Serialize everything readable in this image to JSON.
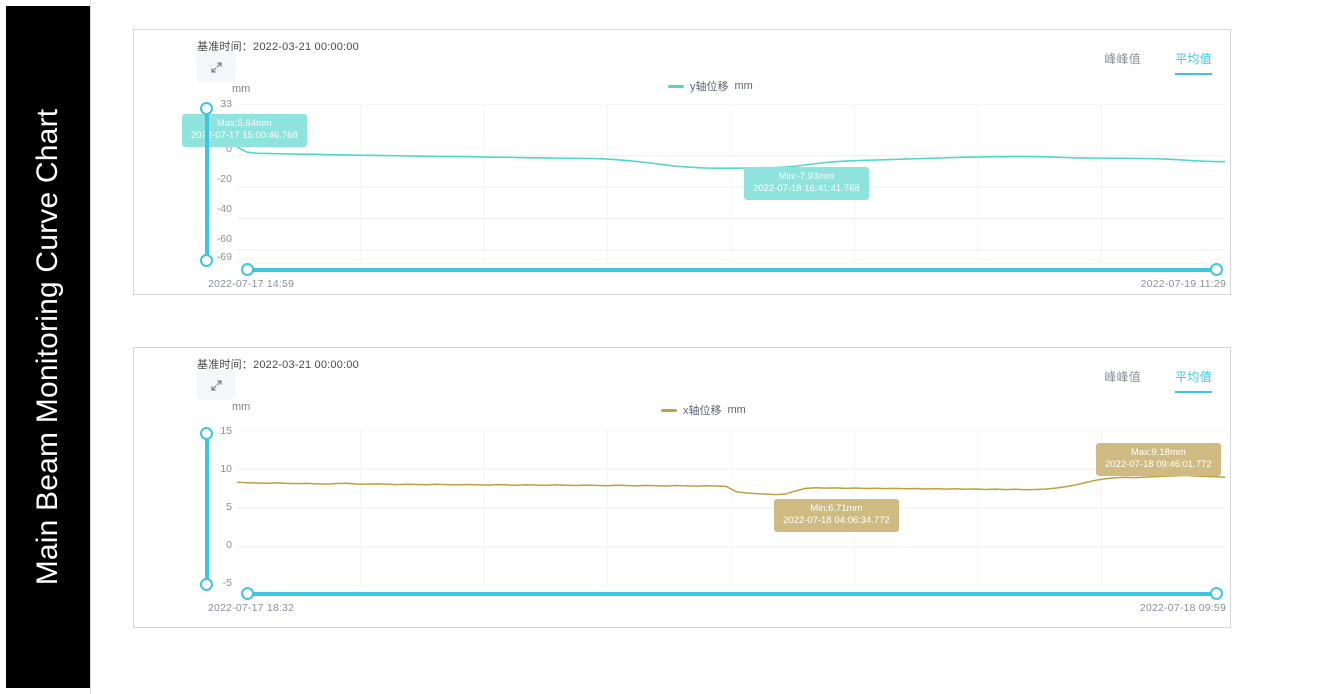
{
  "page": {
    "rail_title": "Main Beam Monitoring Curve Chart",
    "background": "#ffffff",
    "rail_background": "#000000"
  },
  "charts": [
    {
      "id": "chart-y-displacement",
      "base_time_label": "基准时间：2022-03-21 00:00:00",
      "expand_icon": "expand-arrows-icon",
      "tabs": [
        {
          "label": "峰峰值",
          "active": false
        },
        {
          "label": "平均值",
          "active": true
        }
      ],
      "unit_label": "mm",
      "legend": {
        "name": "y轴位移",
        "unit": "mm",
        "color": "#4fd8c8"
      },
      "max_marker": {
        "line1": "Max:5.64mm",
        "line2": "2022-07-17 15:00:46.768",
        "color": "#8ee3dc"
      },
      "min_marker": {
        "line1": "Min:-7.93mm",
        "line2": "2022-07-18 16:41:41.768",
        "color": "#8ee3dc"
      },
      "range_start": "2022-07-17 14:59",
      "range_end": "2022-07-19 11:29",
      "slider_color": "#3fc5e0"
    },
    {
      "id": "chart-x-displacement",
      "base_time_label": "基准时间：2022-03-21 00:00:00",
      "expand_icon": "expand-arrows-icon",
      "tabs": [
        {
          "label": "峰峰值",
          "active": false
        },
        {
          "label": "平均值",
          "active": true
        }
      ],
      "unit_label": "mm",
      "legend": {
        "name": "x轴位移",
        "unit": "mm",
        "color": "#bda03f"
      },
      "max_marker": {
        "line1": "Max:9.18mm",
        "line2": "2022-07-18 09:46:01.772",
        "color": "#cfbb82"
      },
      "min_marker": {
        "line1": "Min:6.71mm",
        "line2": "2022-07-18 04:06:34.772",
        "color": "#cfbb82"
      },
      "range_start": "2022-07-17 18:32",
      "range_end": "2022-07-18 09:59",
      "slider_color": "#3fc5e0"
    }
  ],
  "chart_data": [
    {
      "type": "line",
      "title": "y轴位移 mm",
      "xlabel": "",
      "ylabel": "mm",
      "ylim": [
        -69,
        33
      ],
      "yticks": [
        33,
        0,
        -20,
        -40,
        -60,
        -69
      ],
      "grid": true,
      "legend_position": "top-center",
      "x_range": [
        "2022-07-17 14:59",
        "2022-07-19 11:29"
      ],
      "annotations": [
        {
          "text": "Max:5.64mm 2022-07-17 15:00:46.768",
          "value": 5.64,
          "time": "2022-07-17 15:00:46.768"
        },
        {
          "text": "Min:-7.93mm 2022-07-18 16:41:41.768",
          "value": -7.93,
          "time": "2022-07-18 16:41:41.768"
        }
      ],
      "series": [
        {
          "name": "y轴位移",
          "color": "#4fd8c8",
          "values": [
            5.64,
            2.3,
            1.6,
            1.5,
            1.3,
            1.2,
            1.1,
            1.0,
            0.9,
            0.7,
            0.6,
            0.5,
            0.4,
            0.3,
            0.2,
            0.1,
            0.0,
            -0.1,
            -0.2,
            -0.3,
            -0.4,
            -0.5,
            -0.5,
            -0.6,
            -0.7,
            -0.8,
            -0.9,
            -1.0,
            -1.1,
            -1.2,
            -1.3,
            -1.4,
            -1.5,
            -1.5,
            -1.6,
            -1.7,
            -1.8,
            -2.1,
            -2.5,
            -3.0,
            -3.6,
            -4.3,
            -5.1,
            -5.9,
            -6.6,
            -7.1,
            -7.5,
            -7.8,
            -7.9,
            -7.93,
            -7.9,
            -7.8,
            -7.7,
            -7.6,
            -7.5,
            -7.2,
            -6.6,
            -5.8,
            -5.0,
            -4.3,
            -3.8,
            -3.4,
            -3.1,
            -2.9,
            -2.7,
            -2.5,
            -2.3,
            -2.1,
            -1.9,
            -1.7,
            -1.5,
            -1.3,
            -1.1,
            -0.9,
            -0.8,
            -0.7,
            -0.6,
            -0.6,
            -0.5,
            -0.5,
            -0.6,
            -0.7,
            -0.9,
            -1.1,
            -1.3,
            -1.4,
            -1.5,
            -1.5,
            -1.6,
            -1.6,
            -1.7,
            -1.8,
            -1.9,
            -2.1,
            -2.4,
            -2.8,
            -3.2,
            -3.5,
            -3.7,
            -3.8
          ]
        }
      ]
    },
    {
      "type": "line",
      "title": "x轴位移 mm",
      "xlabel": "",
      "ylabel": "mm",
      "ylim": [
        -5,
        15
      ],
      "yticks": [
        15,
        10,
        5,
        0,
        -5
      ],
      "grid": true,
      "legend_position": "top-center",
      "x_range": [
        "2022-07-17 18:32",
        "2022-07-18 09:59"
      ],
      "annotations": [
        {
          "text": "Max:9.18mm 2022-07-18 09:46:01.772",
          "value": 9.18,
          "time": "2022-07-18 09:46:01.772"
        },
        {
          "text": "Min:6.71mm 2022-07-18 04:06:34.772",
          "value": 6.71,
          "time": "2022-07-18 04:06:34.772"
        }
      ],
      "series": [
        {
          "name": "x轴位移",
          "color": "#bda03f",
          "values": [
            8.3,
            8.24,
            8.2,
            8.18,
            8.22,
            8.15,
            8.12,
            8.16,
            8.1,
            8.06,
            8.14,
            8.18,
            8.08,
            8.04,
            8.1,
            8.06,
            8.0,
            8.05,
            8.02,
            7.98,
            8.04,
            8.0,
            7.96,
            8.02,
            7.98,
            7.94,
            8.0,
            7.96,
            7.92,
            7.98,
            7.94,
            7.9,
            7.96,
            7.92,
            7.88,
            7.94,
            7.9,
            7.86,
            7.92,
            7.88,
            7.84,
            7.9,
            7.86,
            7.82,
            7.88,
            7.84,
            7.8,
            7.86,
            7.82,
            7.78,
            7.1,
            6.92,
            6.85,
            6.78,
            6.71,
            6.8,
            7.2,
            7.52,
            7.6,
            7.55,
            7.58,
            7.52,
            7.56,
            7.5,
            7.54,
            7.48,
            7.52,
            7.46,
            7.5,
            7.44,
            7.48,
            7.42,
            7.46,
            7.4,
            7.44,
            7.38,
            7.42,
            7.36,
            7.4,
            7.34,
            7.38,
            7.42,
            7.55,
            7.72,
            7.95,
            8.25,
            8.55,
            8.75,
            8.88,
            8.95,
            8.9,
            8.96,
            9.02,
            9.08,
            9.12,
            9.18,
            9.1,
            9.05,
            9.0,
            8.95
          ]
        }
      ]
    }
  ]
}
